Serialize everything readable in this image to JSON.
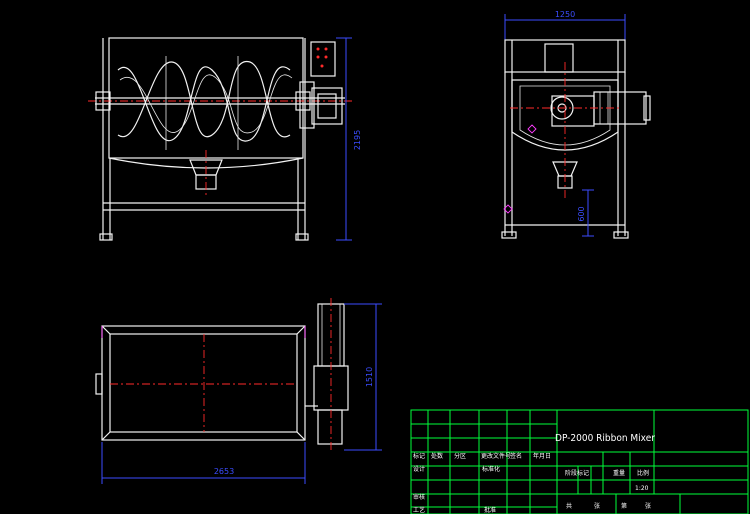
{
  "drawing": {
    "title": "DP-2000 Ribbon Mixer",
    "scale": "1:20",
    "background_color": "#000000",
    "line_color": "#f2f2f2",
    "centerline_color": "#ff2a2a",
    "dimension_color": "#3b4dff",
    "title_block_line_color": "#00ff3a"
  },
  "dimensions": {
    "top_width": "1250",
    "front_height": "2195",
    "side_leg_height": "600",
    "plan_length": "2653",
    "plan_width": "1510"
  },
  "title_block": {
    "header_row": [
      "标记",
      "处数",
      "分区",
      "更改文件号",
      "签名",
      "年月日"
    ],
    "row_design": [
      "设计",
      "",
      "标准化"
    ],
    "row_check": [
      "审核"
    ],
    "row_craft": [
      "工艺",
      "",
      "批准"
    ],
    "stage_label": "阶段标记",
    "weight_label": "重量",
    "ratio_label": "比例",
    "sheet_total": "共",
    "sheet_unit": "张",
    "sheet_index": "第",
    "sheet_unit2": "张"
  }
}
